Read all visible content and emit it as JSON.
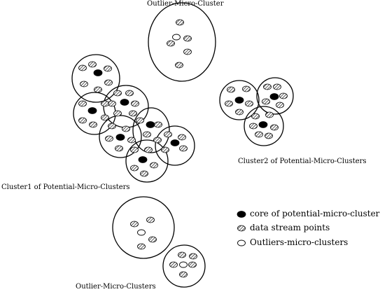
{
  "labels": {
    "outlier_top": "Outlier-Micro-Cluster",
    "cluster2": "Cluster2 of Potential-Micro-Clusters",
    "cluster1": "Cluster1 of Potential-Micro-Clusters",
    "outlier_bottom": "Outlier-Micro-Clusters"
  },
  "legend": {
    "core": "core of potential-micro-cluster",
    "stream": "data stream points",
    "outlier": "Outliers-micro-clusters"
  },
  "colors": {
    "ink": "#000000",
    "background": "#ffffff",
    "hatch": "#333333"
  }
}
